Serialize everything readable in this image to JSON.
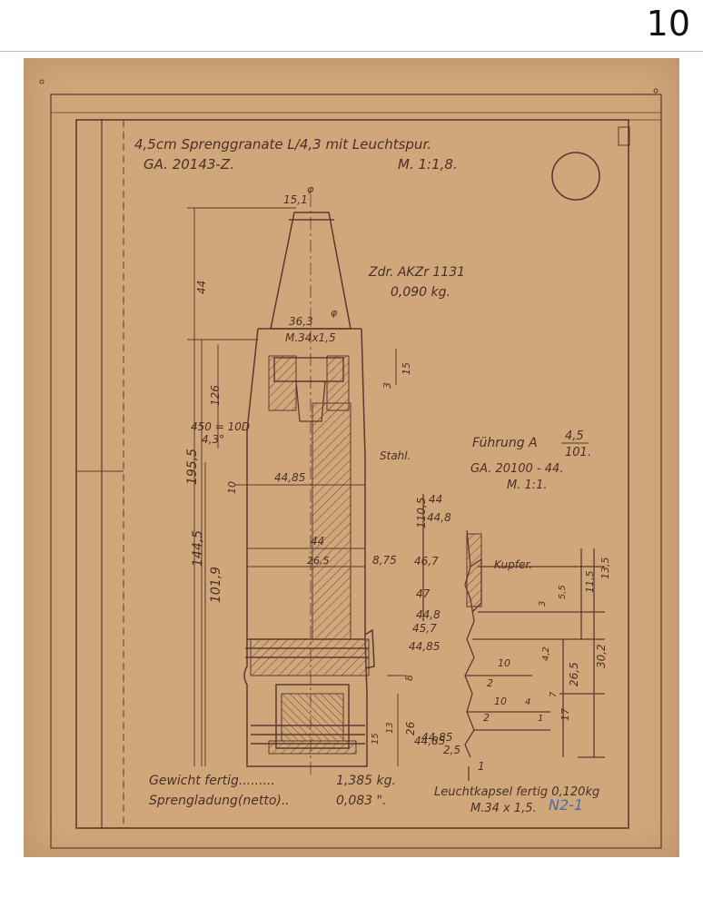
{
  "page_number": "10",
  "drawing": {
    "title": "4,5cm Sprenggranate L/4,3 mit Leuchtspur.",
    "drawing_number": "GA. 20143-Z.",
    "scale": "M. 1:1,8.",
    "fuze": {
      "name": "Zdr. AKZr 1131",
      "weight": "0,090 kg."
    },
    "material": "Stahl.",
    "weights": [
      {
        "label": "Gewicht fertig.........",
        "value": "1,385 kg."
      },
      {
        "label": "Sprengladung(netto)..",
        "value": "0,083 \"."
      }
    ],
    "tracer": {
      "label": "Leuchtkapsel fertig 0,120kg",
      "thread": "M.34 x 1,5."
    },
    "band_detail": {
      "title": "Führung A",
      "fraction_num": "4,5",
      "fraction_den": "101.",
      "drawing_number": "GA. 20100 - 44.",
      "scale": "M. 1:1.",
      "material": "Kupfer."
    },
    "dimensions": {
      "nose_dia": "15,1",
      "nose_dia_sym": "φ",
      "len_44": "44",
      "mid_dia": "36,3",
      "mid_dia_sym": "φ",
      "thread": "M.34x1,5",
      "len_15": "15",
      "len_3": "3",
      "len_126": "126",
      "radius": "450 = 10D",
      "angle": "4,3°",
      "len_1955": "195,5",
      "len_1445": "144,5",
      "len_1019": "101,9",
      "len_10": "10",
      "dia_4485a": "44,85",
      "dia_44": "44",
      "cav_dia": "26,5",
      "wall": "8,75",
      "len_8": "8",
      "len_26": "26",
      "len_13": "13",
      "len_15b": "15",
      "dia_4485b": "44,85"
    },
    "band_dims": {
      "d_44": "44",
      "d_448": "44,8",
      "d_467": "46,7",
      "d_47": "47",
      "d_448b": "44,8",
      "d_457": "45,7",
      "d_4485": "44,85",
      "l_1105": "110,5",
      "l_115": "11,5",
      "l_135": "13,5",
      "l_55": "5,5",
      "l_3": "3",
      "l_10a": "10",
      "l_2a": "2",
      "l_42": "4,2",
      "l_10b": "10",
      "l_2b": "2",
      "l_4": "4",
      "l_7": "7",
      "l_1": "1",
      "l_265": "26,5",
      "l_302": "30,2",
      "l_17": "17",
      "d_4485c": "44,85",
      "l_25": "2,5",
      "l_1b": "1"
    },
    "handwritten": "N2-1"
  }
}
